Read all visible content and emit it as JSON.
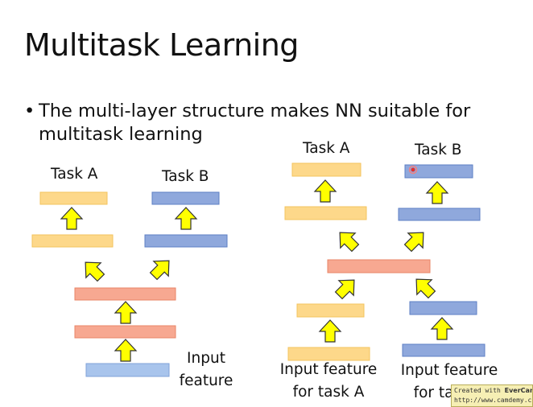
{
  "slide": {
    "title": "Multitask Learning",
    "bullet": "The multi-layer structure makes NN suitable for multitask learning"
  },
  "left": {
    "task_a": "Task A",
    "task_b": "Task B",
    "input_line1": "Input",
    "input_line2": "feature"
  },
  "right": {
    "task_a": "Task A",
    "task_b": "Task B",
    "input_a_line1": "Input feature",
    "input_a_line2": "for task A",
    "input_b_line1": "Input feature",
    "input_b_line2": "for task B"
  },
  "watermark": {
    "prefix": "Created with ",
    "brand": "EverCam",
    "url": "http://www.camdemy.c"
  },
  "colors": {
    "task_a_fill": "#fdd88a",
    "task_a_stroke": "#f3c35e",
    "task_b_fill": "#8fa8dc",
    "task_b_stroke": "#5d7fc4",
    "shared_fill": "#f7a891",
    "shared_stroke": "#e88466",
    "input_fill": "#a8c4ec",
    "input_stroke": "#7fa2d8",
    "arrow_fill": "#ffff00",
    "arrow_stroke": "#333333",
    "cursor_dot": "#e03030"
  }
}
